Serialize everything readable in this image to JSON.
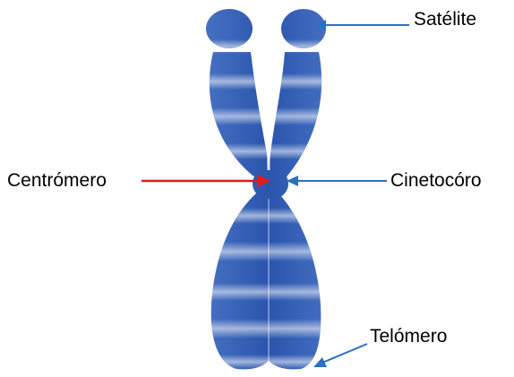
{
  "labels": {
    "satelite": "Satélite",
    "centromero": "Centrómero",
    "cinetocoro": "Cinetocóro",
    "telomero": "Telómero"
  },
  "colors": {
    "chromosome_base": "#2f5bb3",
    "chromosome_light": "#8fa8dc",
    "band_dark": "#244a9c",
    "arrow_blue": "#2a6fc2",
    "arrow_red": "#e01c1c",
    "text": "#000000"
  }
}
